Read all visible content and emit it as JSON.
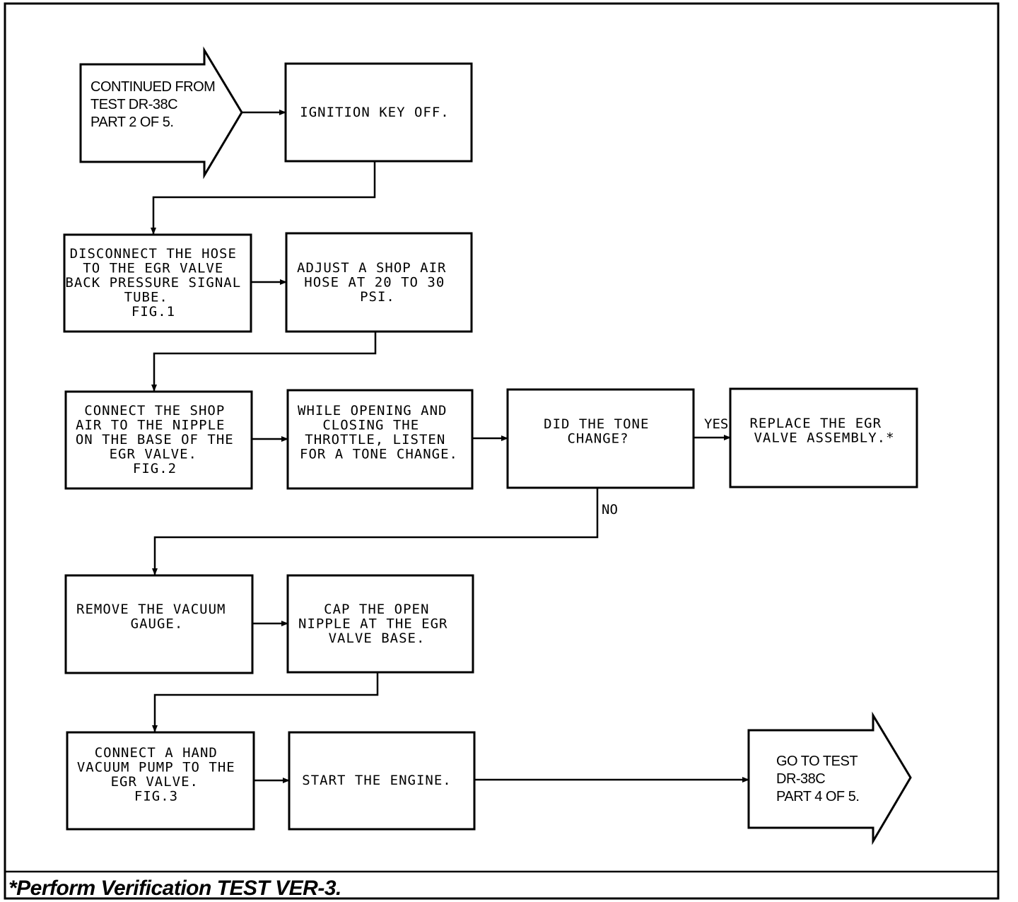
{
  "entry": {
    "lines": [
      "CONTINUED FROM",
      "TEST DR-38C",
      "PART 2 OF 5."
    ]
  },
  "exit": {
    "lines": [
      "GO TO TEST",
      "DR-38C",
      "PART 4 OF 5."
    ]
  },
  "steps": {
    "ignition_off": {
      "lines": [
        "IGNITION KEY OFF."
      ]
    },
    "disconnect_hose": {
      "lines": [
        "DISCONNECT THE HOSE",
        "TO THE EGR VALVE",
        "BACK PRESSURE SIGNAL",
        "TUBE.",
        "FIG.1"
      ]
    },
    "adjust_air": {
      "lines": [
        "ADJUST A SHOP AIR",
        "HOSE AT 20 TO 30",
        "PSI."
      ]
    },
    "connect_air": {
      "lines": [
        "CONNECT THE SHOP",
        "AIR TO THE NIPPLE",
        "ON THE BASE OF THE",
        "EGR VALVE.",
        "FIG.2"
      ]
    },
    "open_throttle": {
      "lines": [
        "WHILE OPENING AND",
        "CLOSING THE",
        "THROTTLE, LISTEN",
        "FOR A TONE CHANGE."
      ]
    },
    "tone_question": {
      "lines": [
        "DID THE TONE",
        "CHANGE?"
      ]
    },
    "replace_valve": {
      "lines": [
        "REPLACE THE EGR",
        "VALVE ASSEMBLY.*"
      ]
    },
    "remove_gauge": {
      "lines": [
        "REMOVE THE VACUUM",
        "GAUGE."
      ]
    },
    "cap_nipple": {
      "lines": [
        "CAP THE OPEN",
        "NIPPLE AT THE EGR",
        "VALVE BASE."
      ]
    },
    "connect_pump": {
      "lines": [
        "CONNECT A HAND",
        "VACUUM PUMP TO THE",
        "EGR VALVE.",
        "",
        "FIG.3"
      ]
    },
    "start_engine": {
      "lines": [
        "START THE ENGINE."
      ]
    }
  },
  "branch_labels": {
    "yes": "YES",
    "no": "NO"
  },
  "footnote": "*Perform Verification TEST VER-3."
}
